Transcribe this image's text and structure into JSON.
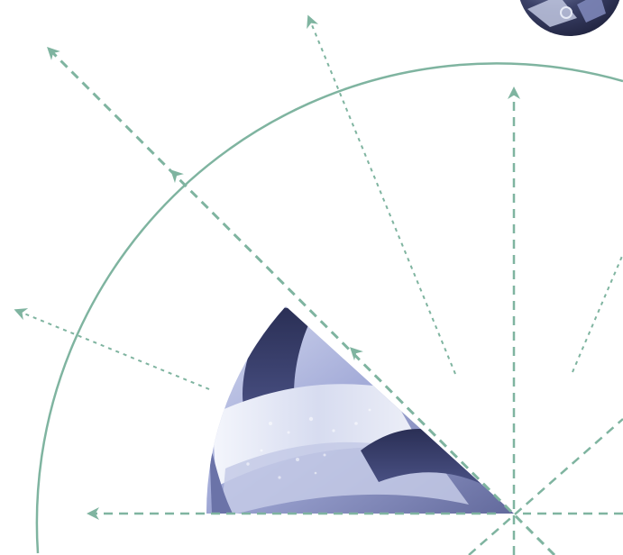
{
  "palette": {
    "background": "#ffffff",
    "line_color": "#7fb4a0",
    "photo_highlight": "#e6eaf6",
    "photo_mid": "#8f99cf",
    "photo_dark": "#3e4474",
    "photo_shadow": "#23284a"
  },
  "elements": {
    "concentric_arc": "arc",
    "radial_arrows": "arrow-icon",
    "sector_photo": "metal-gear-photo",
    "corner_photo": "machinery-photo"
  }
}
